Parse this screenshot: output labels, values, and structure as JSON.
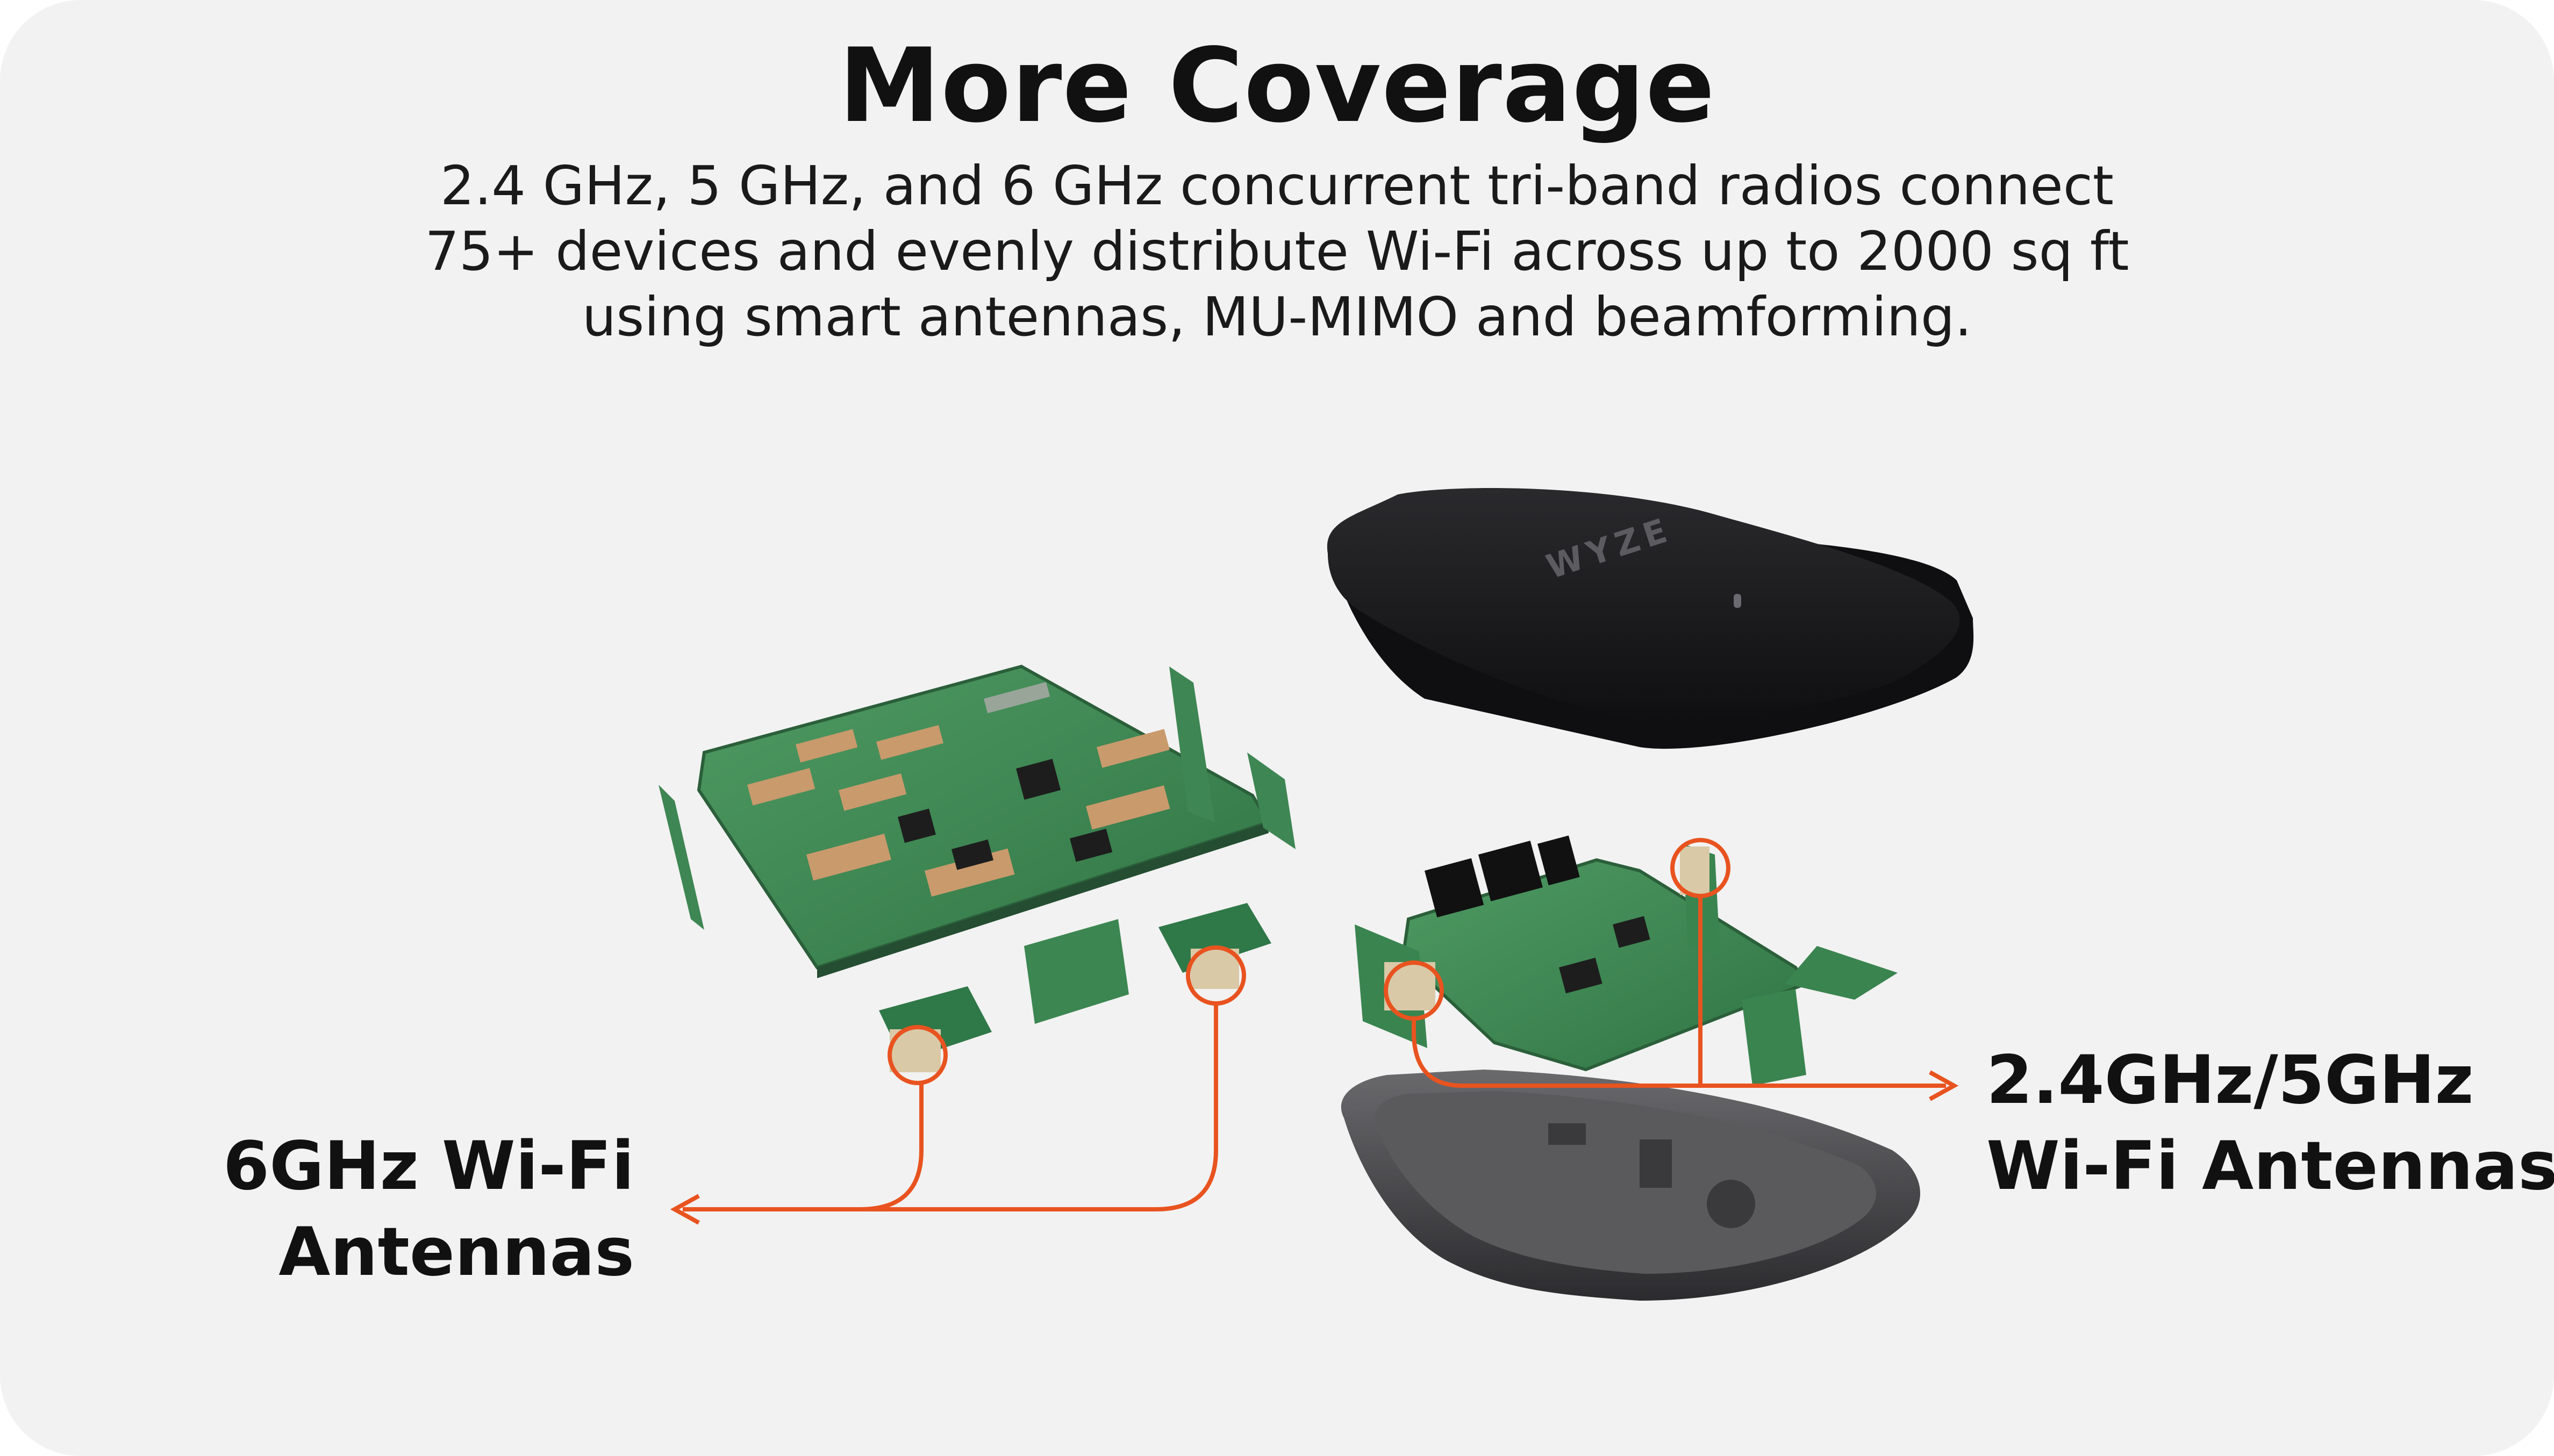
{
  "header": {
    "title": "More Coverage",
    "description_lines": [
      "2.4 GHz, 5 GHz, and 6 GHz concurrent tri-band radios connect",
      "75+ devices and evenly distribute Wi-Fi across up to 2000 sq ft",
      "using smart antennas, MU-MIMO and beamforming."
    ]
  },
  "callouts": {
    "left": {
      "line1": "6GHz Wi-Fi",
      "line2": "Antennas"
    },
    "right": {
      "line1": "2.4GHz/5GHz",
      "line2": "Wi-Fi Antennas"
    }
  },
  "device": {
    "brand": "WYZE"
  },
  "colors": {
    "background": "#f2f2f2",
    "accent_line": "#e8531f",
    "pcb_green": "#3f8a55",
    "device_black": "#1c1c1e"
  }
}
